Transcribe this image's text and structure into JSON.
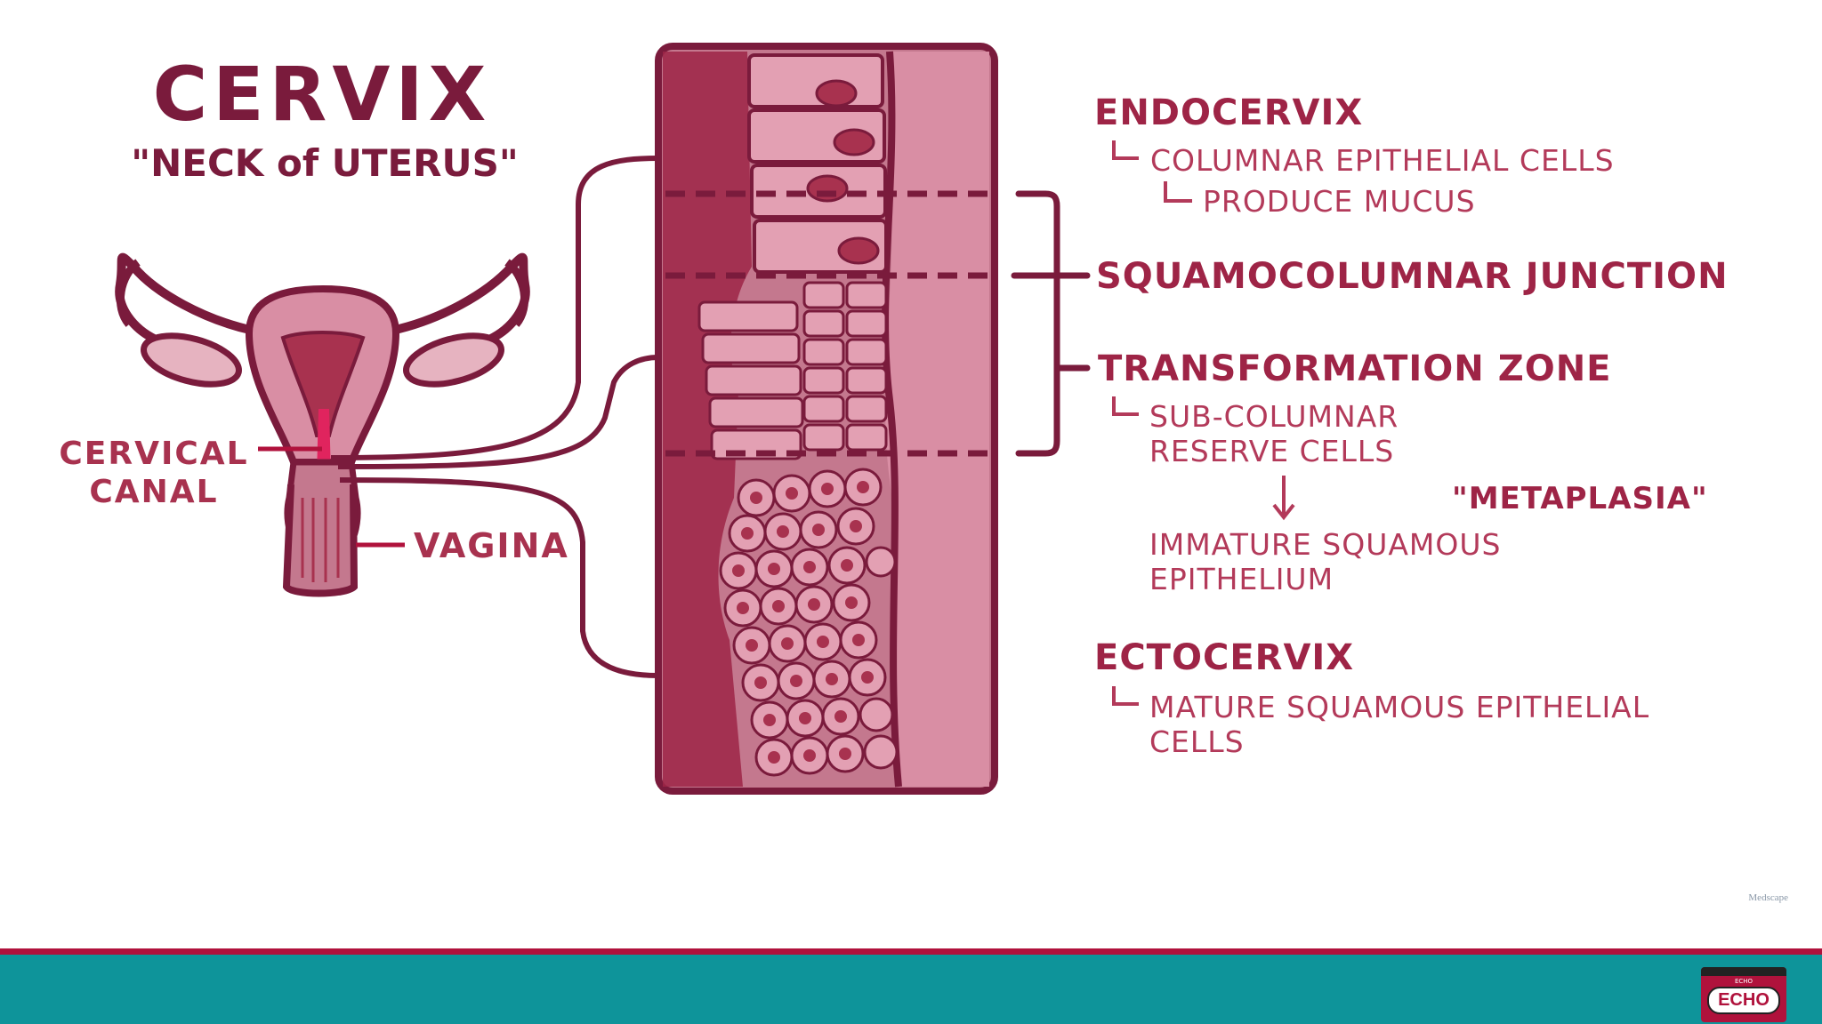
{
  "diagram": {
    "title": "CERVIX",
    "subtitle": "\"NECK of UTERUS\"",
    "left_labels": {
      "cervical_canal_line1": "CERVICAL",
      "cervical_canal_line2": "CANAL",
      "vagina": "VAGINA"
    },
    "sections": {
      "endocervix": {
        "heading": "ENDOCERVIX",
        "line1": "COLUMNAR EPITHELIAL CELLS",
        "line2": "PRODUCE MUCUS"
      },
      "junction": {
        "heading": "SQUAMOCOLUMNAR JUNCTION"
      },
      "transformation": {
        "heading": "TRANSFORMATION ZONE",
        "line1": "SUB-COLUMNAR",
        "line2": "RESERVE CELLS",
        "metaplasia": "\"METAPLASIA\"",
        "line3": "IMMATURE SQUAMOUS",
        "line4": "EPITHELIUM"
      },
      "ectocervix": {
        "heading": "ECTOCERVIX",
        "line1": "MATURE SQUAMOUS EPITHELIAL",
        "line2": "CELLS"
      }
    },
    "watermark": "Medscape"
  },
  "footer": {
    "logo_text": "ECHO",
    "logo_tag": "ECHO",
    "colors": {
      "bar": "#0e949a",
      "stripe": "#b0123c"
    }
  },
  "colors": {
    "primary": "#9e2446",
    "dark": "#7a1b3c",
    "tissue": "#c4788e",
    "tissue_light": "#e6b3c0"
  }
}
